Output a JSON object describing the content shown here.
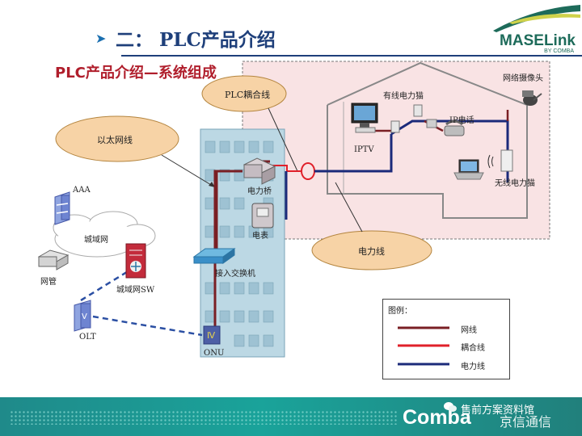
{
  "header": {
    "title": "二： PLC产品介绍",
    "subtitle": "PLC产品介绍—系统组成"
  },
  "logo": {
    "name": "MASELink",
    "tagline": "BY COMBA"
  },
  "ovals": {
    "plc_coupling": "PLC耦合线",
    "ethernet": "以太网线",
    "power_line": "电力线"
  },
  "labels": {
    "aaa": "AAA",
    "metro_net": "城域网",
    "nms": "网管",
    "metro_sw": "城域网SW",
    "olt": "OLT",
    "onu": "ONU",
    "access_switch": "接入交换机",
    "power_bridge": "电力桥",
    "meter": "电表",
    "iptv": "IPTV",
    "wired_modem": "有线电力猫",
    "ip_phone": "IP电话",
    "net_camera": "网络摄像头",
    "wireless_modem": "无线电力猫"
  },
  "legend": {
    "title": "图例：",
    "items": [
      {
        "label": "网线",
        "color": "#7a1f24"
      },
      {
        "label": "耦合线",
        "color": "#e0202a"
      },
      {
        "label": "电力线",
        "color": "#1b2a7a"
      }
    ]
  },
  "footer": {
    "brand": "Comba",
    "brand_cn": "京信通信",
    "watermark": "售前方案资料馆"
  }
}
